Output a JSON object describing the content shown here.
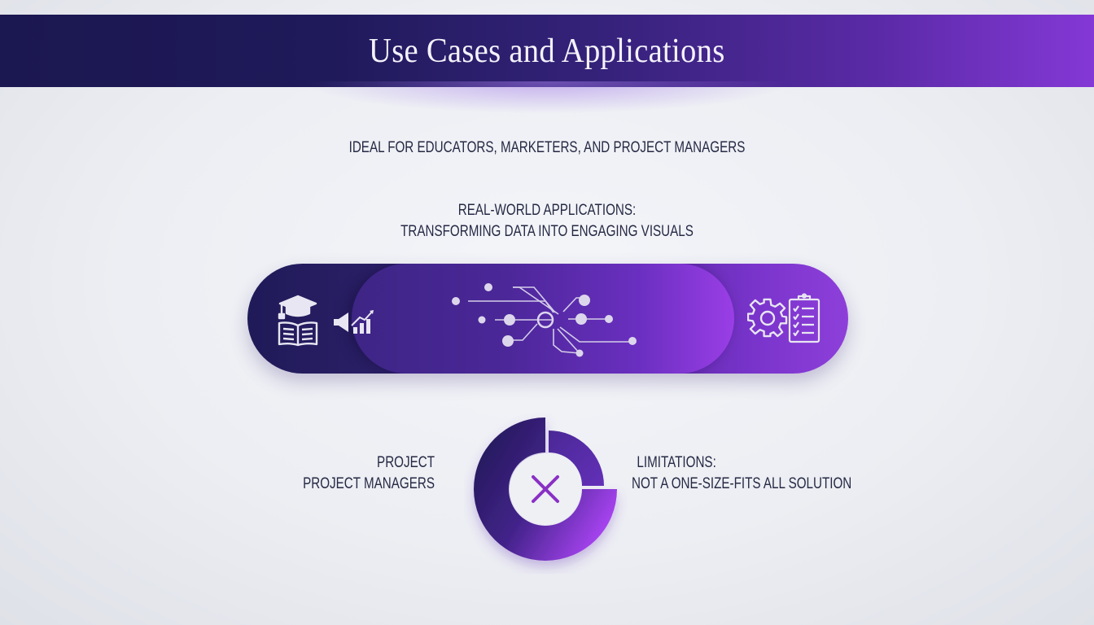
{
  "header": {
    "title": "Use Cases and Applications"
  },
  "subtitle": "IDEAL FOR EDUCATORS, MARKETERS, AND PROJECT MANAGERS",
  "real_world": {
    "line1": "REAL-WORLD APPLICATIONS:",
    "line2": "TRANSFORMING DATA INTO ENGAGING VISUALS"
  },
  "pill": {
    "left_icons": [
      "graduation-cap-book-icon",
      "megaphone-chart-icon"
    ],
    "center_icon": "network-nodes-icon",
    "right_icons": [
      "gear-icon",
      "checklist-clipboard-icon"
    ]
  },
  "donut": {
    "center_icon": "x-icon",
    "left_label": {
      "line1": "PROJECT",
      "line2": "PROJECT MANAGERS"
    },
    "right_label": {
      "line1": "LIMITATIONS:",
      "line2": "NOT A ONE-SIZE-FITS ALL SOLUTION"
    }
  },
  "colors": {
    "banner_start": "#1b1750",
    "banner_end": "#8438d6",
    "text_dark": "#262944",
    "accent_purple": "#8e3fda",
    "x_mark": "#8a2fc4"
  }
}
